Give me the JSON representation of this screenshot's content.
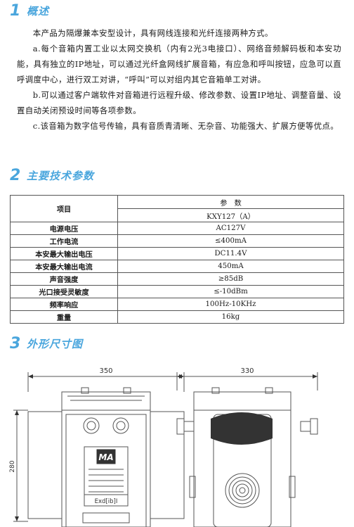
{
  "section1": {
    "number": "1",
    "title": "概述"
  },
  "intro": {
    "p1": "本产品为隔爆兼本安型设计，具有网线连接和光纤连接两种方式。",
    "p2": "a.每个音箱内置工业以太网交换机（内有2光3电接口）、网络音频解码板和本安功能，具有独立的IP地址，可以通过光纤盒网线扩展音箱，有应急和呼叫按钮，应急可以直呼调度中心，进行双工对讲，“呼叫”可以对组内其它音箱单工对讲。",
    "p3": "b.可以通过客户端软件对音箱进行远程升级、修改参数、设置IP地址、调整音量、设置自动关闭预设时间等各项参数。",
    "p4": "c.该音箱为数字信号传输，具有音质青清晰、无杂音、功能强大、扩展方便等优点。"
  },
  "section2": {
    "number": "2",
    "title": "主要技术参数"
  },
  "table": {
    "item_header": "项目",
    "param_header": "参　数",
    "model": "KXY127（A）",
    "rows": [
      {
        "label": "电源电压",
        "value": "AC127V"
      },
      {
        "label": "工作电流",
        "value": "≤400mA"
      },
      {
        "label": "本安最大输出电压",
        "value": "DC11.4V"
      },
      {
        "label": "本安最大输出电流",
        "value": "450mA"
      },
      {
        "label": "声音强度",
        "value": "≥85dB"
      },
      {
        "label": "光口接受灵敏度",
        "value": "≤-10dBm"
      },
      {
        "label": "频率响应",
        "value": "100Hz-10KHz"
      },
      {
        "label": "重量",
        "value": "16kg"
      }
    ]
  },
  "section3": {
    "number": "3",
    "title": "外形尺寸图"
  },
  "drawing": {
    "front_width": "350",
    "side_width": "330",
    "height": "280",
    "logo_text": "MA",
    "ex_mark": "Exd[ib]I"
  },
  "colors": {
    "accent": "#4aa6dd",
    "text": "#1a1a1a",
    "line": "#555555"
  }
}
